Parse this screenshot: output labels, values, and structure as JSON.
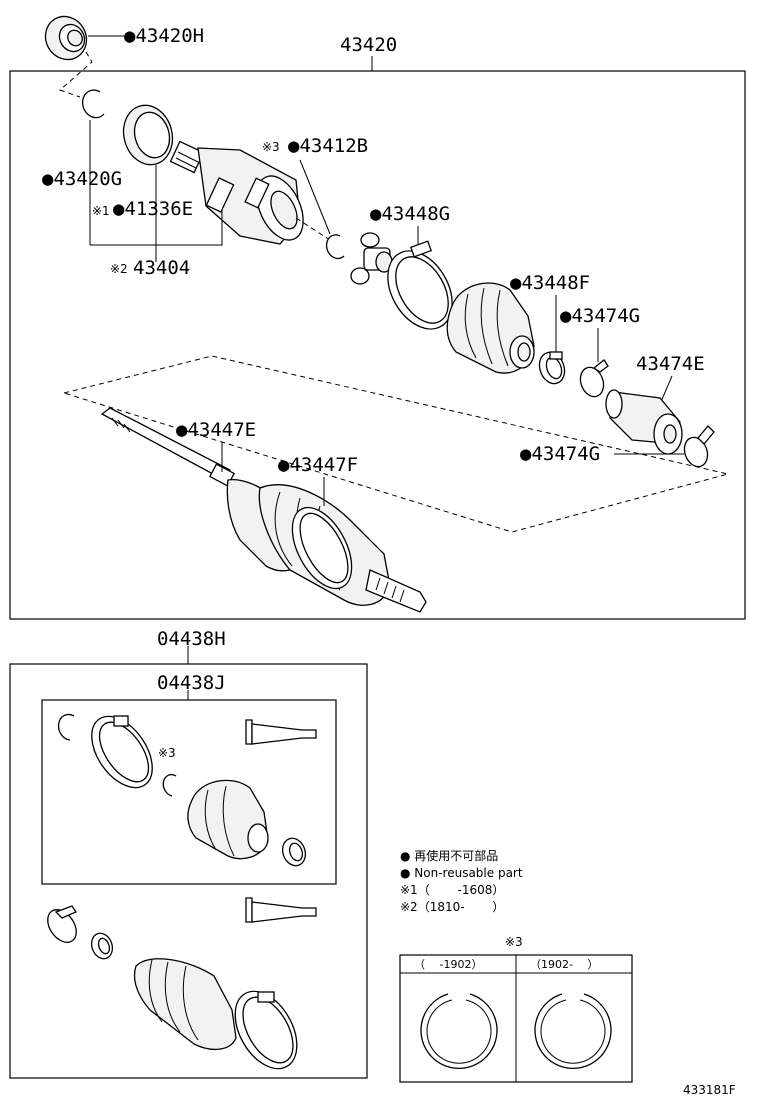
{
  "labels": {
    "p43420H": "●43420H",
    "p43420": "43420",
    "p43412B": "●43412B",
    "p43412B_mark": "※3",
    "p43420G": "●43420G",
    "p41336E": "●41336E",
    "p41336E_mark": "※1",
    "p43448G": "●43448G",
    "p43404": "43404",
    "p43404_mark": "※2",
    "p43448F": "●43448F",
    "p43474G_a": "●43474G",
    "p43474E": "43474E",
    "p43447E": "●43447E",
    "p43474G_b": "●43474G",
    "p43447F": "●43447F",
    "p04438H": "04438H",
    "p04438J": "04438J",
    "kit_mark": "※3"
  },
  "legend": {
    "line1": "● 再使用不可部品",
    "line2": "● Non-reusable part",
    "line3": "※1（　　 -1608）",
    "line4": "※2（1810-　　 ）"
  },
  "table": {
    "title": "※3",
    "col1": "（　 -1902）",
    "col2": "（1902-　 ）"
  },
  "footer": {
    "ref": "433181F"
  }
}
